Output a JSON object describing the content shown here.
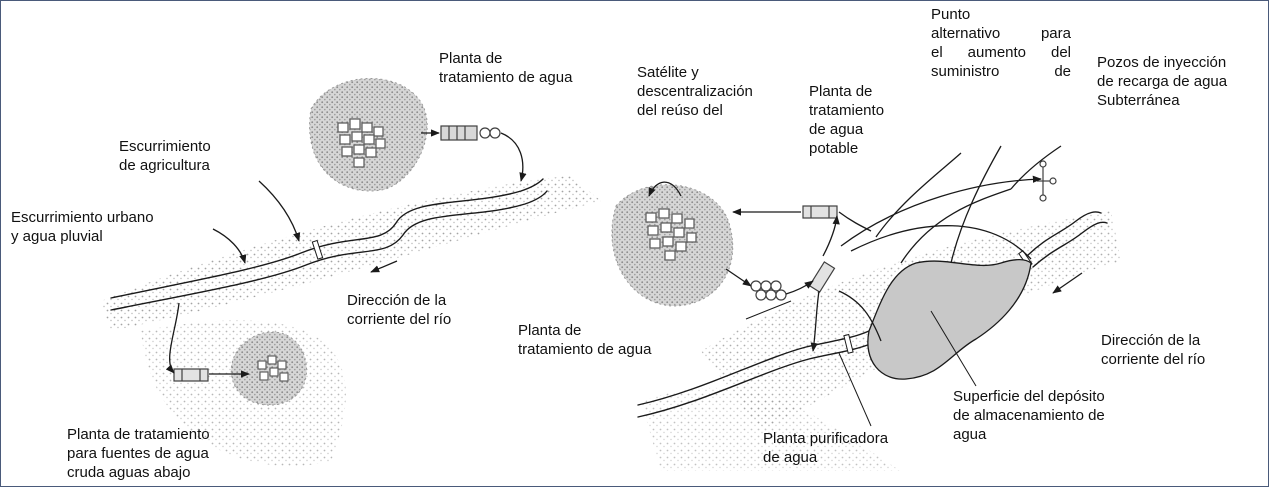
{
  "colors": {
    "ink": "#1a1a1a",
    "stipple": "#9a9a9a",
    "reservoir": "#c8c8c8",
    "buildings": "#707070",
    "frame": "#4a5a7a"
  },
  "labels": {
    "treat_top": [
      "Planta de",
      "tratamiento de agua"
    ],
    "agri_runoff": [
      "Escurrimiento",
      "de agricultura"
    ],
    "urban_runoff": [
      "Escurrimiento  urbano",
      "y  agua pluvial"
    ],
    "flow_left": [
      "Dirección  de  la",
      "corriente del río"
    ],
    "treat_raw": [
      "Planta de tratamiento",
      "para fuentes de agua",
      "cruda aguas abajo"
    ],
    "satellite": [
      "Satélite y",
      "descentralización",
      "del reúso del"
    ],
    "potable": [
      "Planta de",
      "tratamiento",
      "de agua",
      "potable"
    ],
    "alt_point": [
      "Punto",
      "alternativo para",
      "el aumento del",
      "suministro       de"
    ],
    "injection": [
      "Pozos de inyección",
      "de recarga de agua",
      "Subterránea"
    ],
    "treat_mid": [
      "Planta de",
      "tratamiento de agua"
    ],
    "flow_right": [
      "Dirección  de  la",
      "corriente del río"
    ],
    "reservoir": [
      "Superficie del depósito",
      "de almacenamiento de",
      "agua"
    ],
    "purifier": [
      "Planta purificadora",
      "de agua"
    ]
  }
}
